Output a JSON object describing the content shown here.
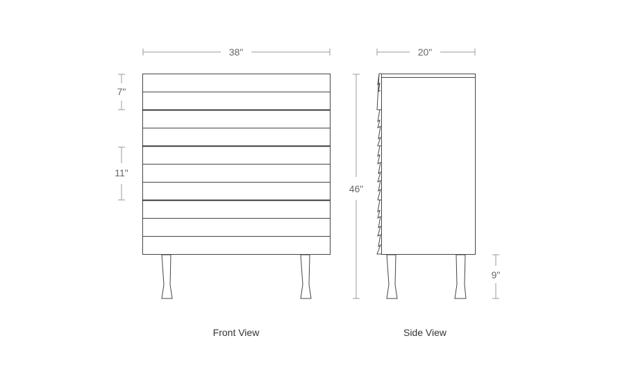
{
  "dimensions": {
    "front_width": "38\"",
    "side_depth": "20\"",
    "small_drawer": "7\"",
    "large_drawer": "11\"",
    "total_height": "46\"",
    "leg_height": "9\""
  },
  "labels": {
    "front_view": "Front View",
    "side_view": "Side View"
  }
}
